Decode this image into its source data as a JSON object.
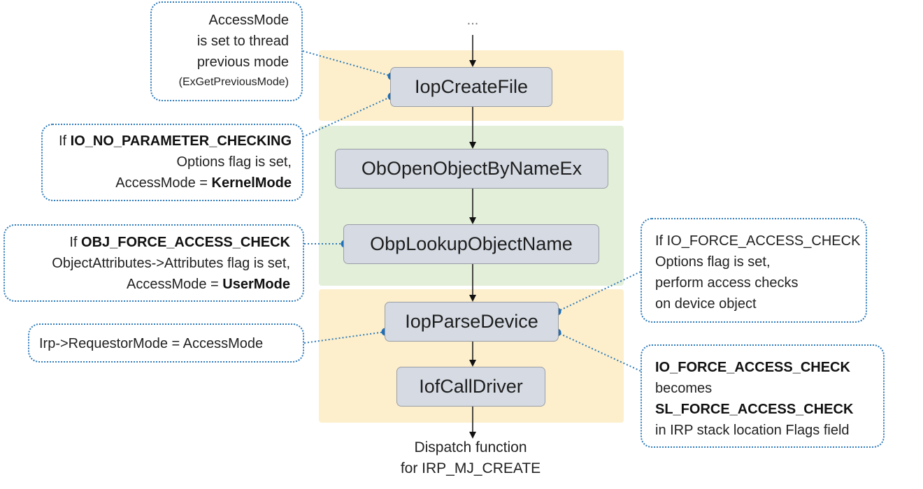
{
  "top_ellipsis": "...",
  "functions": {
    "iop_create_file": "IopCreateFile",
    "ob_open_object_by_name_ex": "ObOpenObjectByNameEx",
    "obp_lookup_object_name": "ObpLookupObjectName",
    "iop_parse_device": "IopParseDevice",
    "iof_call_driver": "IofCallDriver"
  },
  "notes": {
    "access_mode": {
      "line1": "AccessMode",
      "line2": "is set to thread",
      "line3": "previous mode",
      "line4": "(ExGetPreviousMode)"
    },
    "no_parameter_checking": {
      "prefix": "If ",
      "flag": "IO_NO_PARAMETER_CHECKING",
      "line2": "Options flag is set,",
      "line3_prefix": "AccessMode = ",
      "line3_value": "KernelMode"
    },
    "obj_force_access_check": {
      "prefix": "If ",
      "flag": "OBJ_FORCE_ACCESS_CHECK",
      "line2": "ObjectAttributes->Attributes flag is set,",
      "line3_prefix": "AccessMode = ",
      "line3_value": "UserMode"
    },
    "requestor_mode": {
      "text": "Irp->RequestorMode = AccessMode"
    },
    "io_force_access_check": {
      "line1": "If IO_FORCE_ACCESS_CHECK",
      "line2": "Options flag is set,",
      "line3": "perform access checks",
      "line4": "on device object"
    },
    "sl_force_access_check": {
      "line1": "IO_FORCE_ACCESS_CHECK",
      "line2": "becomes",
      "line3": "SL_FORCE_ACCESS_CHECK",
      "line4": "in IRP stack location Flags field"
    }
  },
  "bottom_label": {
    "line1": "Dispatch function",
    "line2": "for IRP_MJ_CREATE"
  },
  "colors": {
    "io_band": "#fdefcc",
    "ob_band": "#e3efd9",
    "function_box": "#d5dae3",
    "callout_border": "#2e7ab8"
  }
}
